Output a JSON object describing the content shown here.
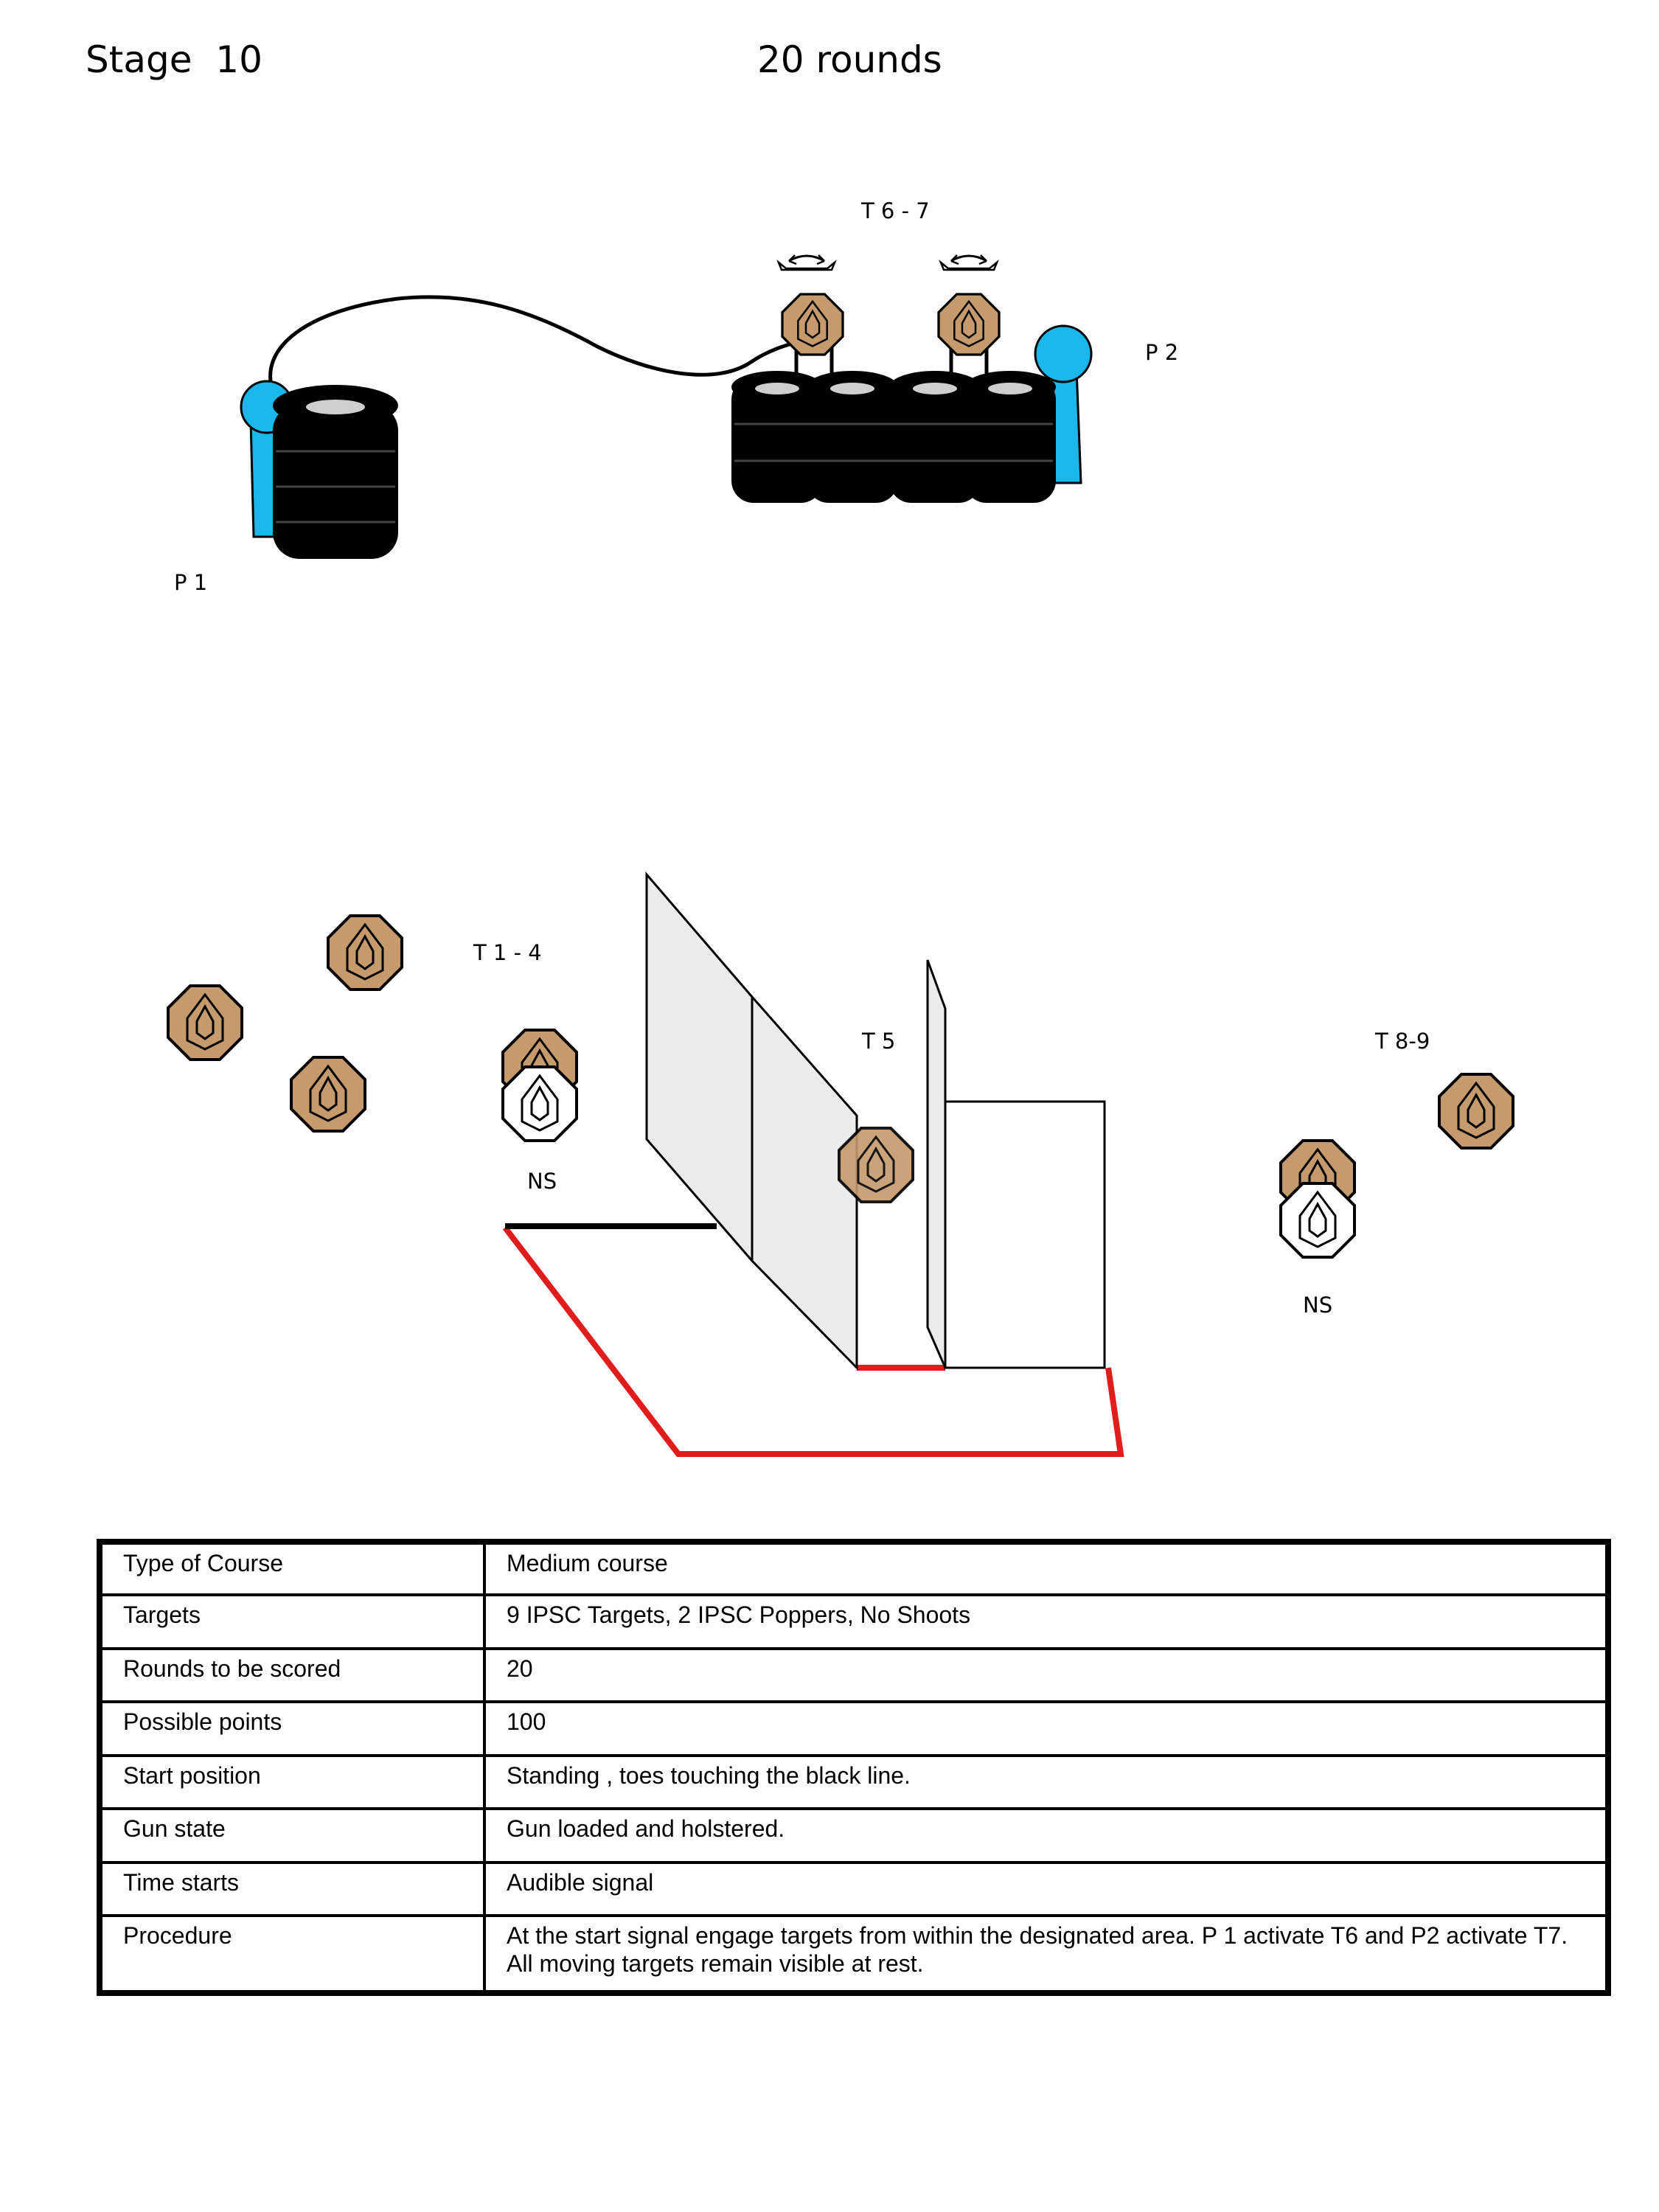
{
  "header": {
    "stage": "Stage  10",
    "rounds": "20 rounds"
  },
  "labels": {
    "t67": "T 6 - 7",
    "p1": "P 1",
    "p2": "P 2",
    "t14": "T 1 - 4",
    "t5": "T 5",
    "t89": "T 8-9",
    "ns_left": "NS",
    "ns_right": "NS"
  },
  "colors": {
    "target": "#c59a6c",
    "popper_post": "#1ab7ea",
    "tire": "#000000",
    "fault_line": "#e11c1c",
    "start_line": "#000000",
    "wall": "#ebebeb"
  },
  "table": [
    {
      "key": "Type of Course",
      "value": "Medium course"
    },
    {
      "key": "Targets",
      "value": "9 IPSC Targets, 2 IPSC Poppers, No Shoots"
    },
    {
      "key": "Rounds  to  be  scored",
      "value": "20"
    },
    {
      "key": "Possible points",
      "value": "100"
    },
    {
      "key": "Start position",
      "value": "Standing , toes touching the black line."
    },
    {
      "key": "Gun state",
      "value": "Gun loaded and  holstered."
    },
    {
      "key": "Time starts",
      "value": "Audible signal"
    },
    {
      "key": "Procedure",
      "value": "At the start signal engage targets from within the designated area. P 1 activate T6 and  P2 activate T7. All moving targets remain visible at rest."
    }
  ]
}
